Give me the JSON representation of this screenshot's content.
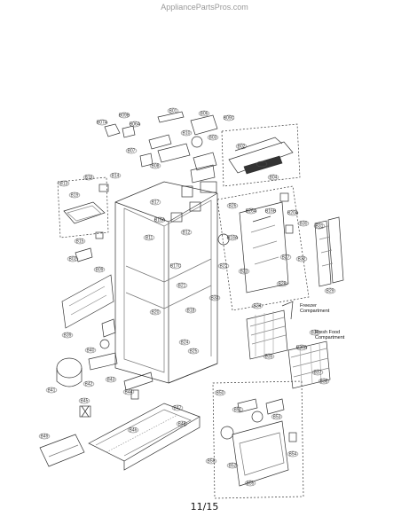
{
  "header": {
    "watermark": "AppliancePartsPros.com"
  },
  "footer": {
    "page_number": "11/15"
  },
  "compartments": {
    "freezer": "Freezer Compartment",
    "fresh_food": "Fresh Food Compartment"
  },
  "part_labels": [
    "B07A",
    "B09B",
    "B06A",
    "B01",
    "B06",
    "B09C",
    "B10",
    "B03",
    "B02",
    "B05",
    "B04",
    "B07",
    "B08",
    "B16",
    "B14",
    "B13",
    "B19",
    "B15",
    "B02",
    "B09",
    "B17",
    "B16A",
    "B11",
    "B12",
    "B17C",
    "B21",
    "B20",
    "B18",
    "B24",
    "B25",
    "B26",
    "B26A",
    "B16B",
    "B20A",
    "B18A",
    "B22",
    "B23",
    "B27",
    "B28",
    "B29",
    "B30",
    "B31",
    "B32",
    "B33",
    "B34",
    "B35",
    "B36",
    "B36A",
    "B37",
    "B38",
    "B39",
    "B40",
    "B41",
    "B42",
    "B43",
    "B44",
    "B45",
    "B46",
    "B47",
    "B48",
    "B49",
    "B50",
    "B51",
    "B52",
    "B53",
    "B54",
    "B55",
    "B56",
    "B57",
    "B58",
    "B59",
    "B60",
    "B61",
    "B62",
    "B63",
    "B64",
    "B65",
    "B66",
    "B67",
    "B68",
    "B69",
    "B70"
  ]
}
